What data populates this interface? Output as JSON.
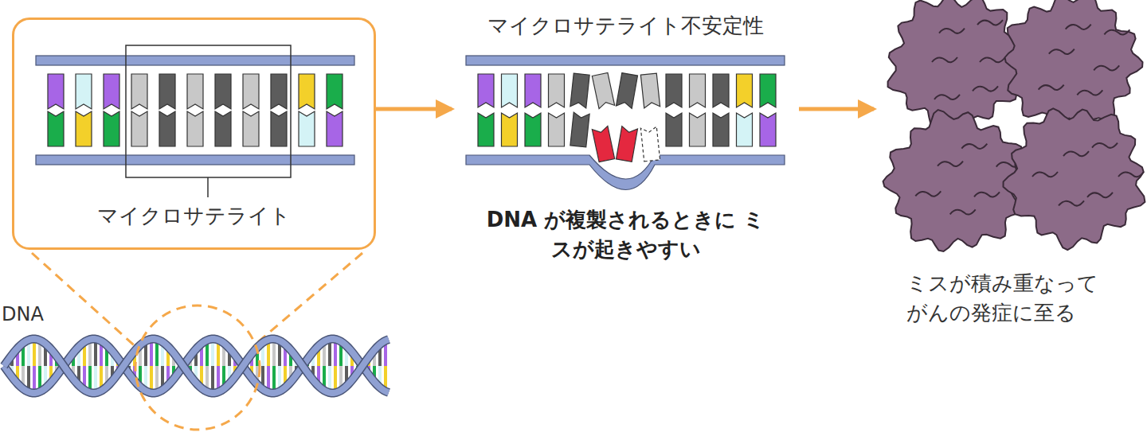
{
  "diagram": {
    "nodes": [
      {
        "text": [
          "マイクロサテライト"
        ]
      },
      {
        "text": [
          "マイクロサテライト不安定性",
          "DNA が複製されるときに ミスが起きやすい"
        ]
      },
      {
        "text": [
          "ミスが積み重なって がんの発症に至る"
        ]
      }
    ],
    "edges": [
      {
        "from": 0,
        "to": 1,
        "arrow": "to"
      },
      {
        "from": 1,
        "to": 2,
        "arrow": "to"
      }
    ],
    "labels": [
      "DNA"
    ]
  }
}
